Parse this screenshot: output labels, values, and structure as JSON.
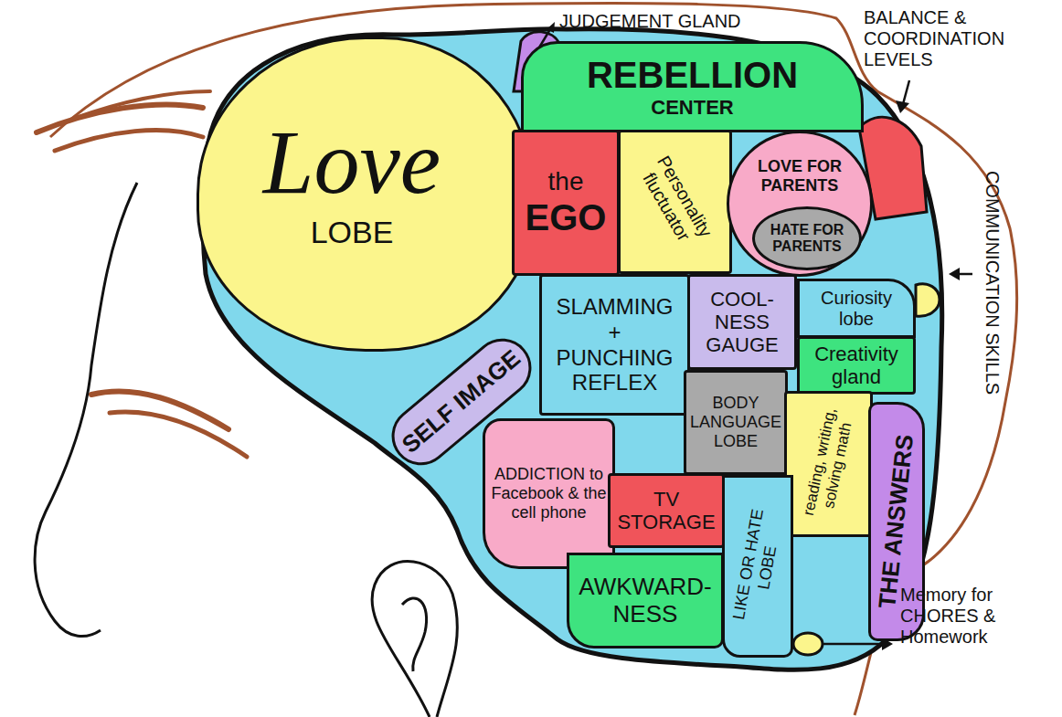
{
  "diagram": {
    "nodes": [
      {
        "text": [
          "Love",
          "LOBE"
        ]
      },
      {
        "text": [
          "REBELLION",
          "CENTER"
        ]
      },
      {
        "text": [
          "the",
          "EGO"
        ]
      },
      {
        "text": [
          "Personality fluctuator"
        ]
      },
      {
        "text": [
          "LOVE FOR PARENTS"
        ]
      },
      {
        "text": [
          "HATE FOR PARENTS"
        ],
        "in": 4
      },
      {
        "text": [
          "SLAMMING + PUNCHING REFLEX"
        ]
      },
      {
        "text": [
          "COOL- NESS GAUGE"
        ]
      },
      {
        "text": [
          "Curiosity lobe"
        ]
      },
      {
        "text": [
          "Creativity gland"
        ]
      },
      {
        "text": [
          "SELF IMAGE"
        ]
      },
      {
        "text": [
          "BODY LANGUAGE LOBE"
        ]
      },
      {
        "text": [
          "reading, writing, solving math"
        ]
      },
      {
        "text": [
          "ADDICTION to Facebook & the cell phone"
        ]
      },
      {
        "text": [
          "TV STORAGE"
        ]
      },
      {
        "text": [
          "AWKWARD- NESS"
        ]
      },
      {
        "text": [
          "LIKE OR HATE LOBE"
        ]
      },
      {
        "text": [
          "THE ANSWERS"
        ]
      }
    ],
    "labels": [
      "JUDGEMENT GLAND",
      "BALANCE & COORDINATION LEVELS",
      "COMMUNICATION SKILLS",
      "Memory for CHORES & Homework"
    ]
  }
}
